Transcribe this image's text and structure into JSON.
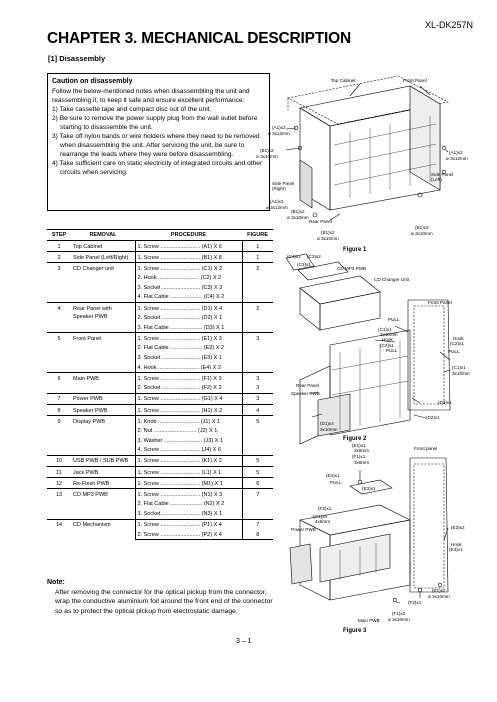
{
  "header": {
    "model": "XL-DK257N"
  },
  "chapter_title": "CHAPTER 3. MECHANICAL DESCRIPTION",
  "section_title": "[1] Disassembly",
  "caution": {
    "title": "Caution on disassembly",
    "intro": "Follow the below-mentioned notes when disassembling the unit and reassembling it, to keep it safe and ensure excellent performance:",
    "items": [
      "1) Take cassette tape and compact disc out of the unit.",
      "2) Be sure to remove the power supply plug from the wall outlet before starting to disassemble the unit.",
      "3) Take off nylon bands or wire holders where they need to be removed when disassembling the unit. After servicing the unit, be sure to rearrange the leads where they were before disassembling.",
      "4) Take sufficient care on static electricity of integrated circuits and other circuits when servicing."
    ]
  },
  "table": {
    "headers": {
      "step": "STEP",
      "removal": "REMOVAL",
      "procedure": "PROCEDURE",
      "figure": "FIGURE"
    },
    "rows": [
      {
        "step": "1",
        "removal": "Top Cabinet",
        "procedures": [
          {
            "text": "1. Screw .......................... (A1) X 6",
            "figure": "1"
          }
        ]
      },
      {
        "step": "2",
        "removal": "Side Panel (Left/Right)",
        "procedures": [
          {
            "text": "1. Screw .......................... (B1) X 8",
            "figure": "1"
          }
        ]
      },
      {
        "step": "3",
        "removal": "CD Changer unit",
        "procedures": [
          {
            "text": "1. Screw .......................... (C1) X 2",
            "figure": "2"
          },
          {
            "text": "2. Hook ........................... (C2) X 2",
            "figure": ""
          },
          {
            "text": "3. Socket ......................... (C3) X 3",
            "figure": ""
          },
          {
            "text": "4. Flat Cable ..................... (C4) X 2",
            "figure": ""
          }
        ]
      },
      {
        "step": "4",
        "removal": "Rear Panel with Speaker PWB",
        "procedures": [
          {
            "text": "1. Screw .......................... (D1) X 4",
            "figure": "2"
          },
          {
            "text": "2. Socket ......................... (D2) X 1",
            "figure": ""
          },
          {
            "text": "3. Flat Cable ..................... (D3) X 1",
            "figure": ""
          }
        ]
      },
      {
        "step": "5",
        "removal": "Front Panel",
        "procedures": [
          {
            "text": "1. Screw .......................... (E1) X 3",
            "figure": "3"
          },
          {
            "text": "2. Flat Cable ..................... (E2) X 2",
            "figure": ""
          },
          {
            "text": "3. Socket ......................... (E3) X 1",
            "figure": ""
          },
          {
            "text": "4. Hook ........................... (E4) X 2",
            "figure": ""
          }
        ]
      },
      {
        "step": "6",
        "removal": "Main PWB",
        "procedures": [
          {
            "text": "1. Screw .......................... (F1) X 3",
            "figure": "3"
          },
          {
            "text": "2. Socket ......................... (F2) X 2",
            "figure": "3"
          }
        ]
      },
      {
        "step": "7",
        "removal": "Power PWB",
        "procedures": [
          {
            "text": "1. Screw .......................... (G1) X 4",
            "figure": "3"
          }
        ]
      },
      {
        "step": "8",
        "removal": "Speaker PWB",
        "procedures": [
          {
            "text": "1. Screw .......................... (H1) X 2",
            "figure": "4"
          }
        ]
      },
      {
        "step": "9",
        "removal": "Display PWB",
        "procedures": [
          {
            "text": "1. Knob ........................... (J1) X 1",
            "figure": "5"
          },
          {
            "text": "2. Nut ............................ (J2) X 1",
            "figure": ""
          },
          {
            "text": "3. Washer ......................... (J3) X 1",
            "figure": ""
          },
          {
            "text": "4. Screw .......................... (J4) X 6",
            "figure": ""
          }
        ]
      },
      {
        "step": "10",
        "removal": "USB PWB / SUB PWB",
        "procedures": [
          {
            "text": "1. Screw .......................... (K1) X 2",
            "figure": "5"
          }
        ]
      },
      {
        "step": "11",
        "removal": "Jack PWB",
        "procedures": [
          {
            "text": "1. Screw .......................... (L1) X 1",
            "figure": "5"
          }
        ]
      },
      {
        "step": "12",
        "removal": "Re-Flesh PWB",
        "procedures": [
          {
            "text": "1. Screw .......................... (M1) X 1",
            "figure": "6"
          }
        ]
      },
      {
        "step": "13",
        "removal": "CD MP3 PWB",
        "procedures": [
          {
            "text": "1. Screw .......................... (N1) X 3",
            "figure": "7"
          },
          {
            "text": "2. Flat Cable ..................... (N2) X 2",
            "figure": ""
          },
          {
            "text": "3. Socket ......................... (N3) X 1",
            "figure": ""
          }
        ]
      },
      {
        "step": "14",
        "removal": "CD Mechanism",
        "procedures": [
          {
            "text": "1. Screw .......................... (P1) X 4",
            "figure": "7"
          },
          {
            "text": "2. Screw .......................... (P2) X 4",
            "figure": "8"
          }
        ]
      }
    ]
  },
  "note": {
    "title": "Note:",
    "text": "After removing the connector for the optical pickup from the connector, wrap the conductive aluminium foil around the front end of the connector so as to protect the optical pickup from electrostatic damage."
  },
  "figures": {
    "fig1": {
      "caption": "Figure 1",
      "labels": {
        "top_cabinet": "Top Cabinet",
        "front_panel": "Front Panel",
        "a1_left": "(A1)x2",
        "a1_left_size": "ø 3x12mm",
        "b1_left": "(B1)x2",
        "b1_left_size": "ø 3x10mm",
        "side_panel_right": "Side Panel",
        "side_panel_right2": "(Right)",
        "a1_bottom": "(A1)x2",
        "a1_bottom_size": "ø 3x12mm",
        "b1_bottom": "(B1)x2",
        "b1_bottom_size": "ø 3x10mm",
        "rear_panel": "Rear Panel",
        "a1_right": "(A1)x2",
        "a1_right_size": "ø 3x12mm",
        "side_panel_left": "Side Panel",
        "side_panel_left2": "(Left)",
        "b1_right": "(B1)x2",
        "b1_right_size": "ø 3x10mm",
        "b1_under": "(B1)x2",
        "b1_under_size": "ø 3x10mm"
      }
    },
    "fig2": {
      "caption": "Figure 2",
      "labels": {
        "c4": "(C4)x2",
        "c3a": "(C3)x2",
        "c3b": "(C3)x1",
        "cd_mp3_pwb": "CD MP3 PWB",
        "cd_changer_unit": "CD Changer Unit",
        "front_panel": "Front Panel",
        "pull1": "PULL",
        "c1": "(C1)x1",
        "c1_size": "3x10mm",
        "hook": "Hook",
        "c2": "(C2)x1",
        "pull2": "PULL",
        "hook2": "Hook",
        "c2b": "(C2)x1",
        "pull3": "PULL",
        "c1b": "(C1)x1",
        "c1b_size": "3x10mm",
        "rear_panel": "Rear Panel",
        "speaker_pwb": "Speaker PWB",
        "d3": "(D3)x1",
        "d2": "(D2)x1",
        "d1": "(D1)x4",
        "d1_size": "3x10mm"
      }
    },
    "fig3": {
      "caption": "Figure 3",
      "labels": {
        "e1": "(E1)x1",
        "e1_size": "3x6mm",
        "f1": "(F1)x1",
        "f1_size": "3x6mm",
        "front_panel": "Front panel",
        "e4": "(E4)x1",
        "pull": "PULL",
        "e3": "(E3)x1",
        "f2a": "(F2)x1",
        "g1": "(G1)x4",
        "g1_size": "4x6mm",
        "power_pwb": "Power PWB",
        "e2": "(E2)x2",
        "hook": "Hook",
        "e4b": "(E4)x1",
        "e1b": "(E1)x2",
        "e1b_size": "ø 3x10mm",
        "f2b": "(F2)x1",
        "main_pwb": "Main PWB",
        "f1b": "(F1)x2",
        "f1b_size": "ø 3x10mm"
      }
    }
  },
  "page_number": "3 – 1"
}
